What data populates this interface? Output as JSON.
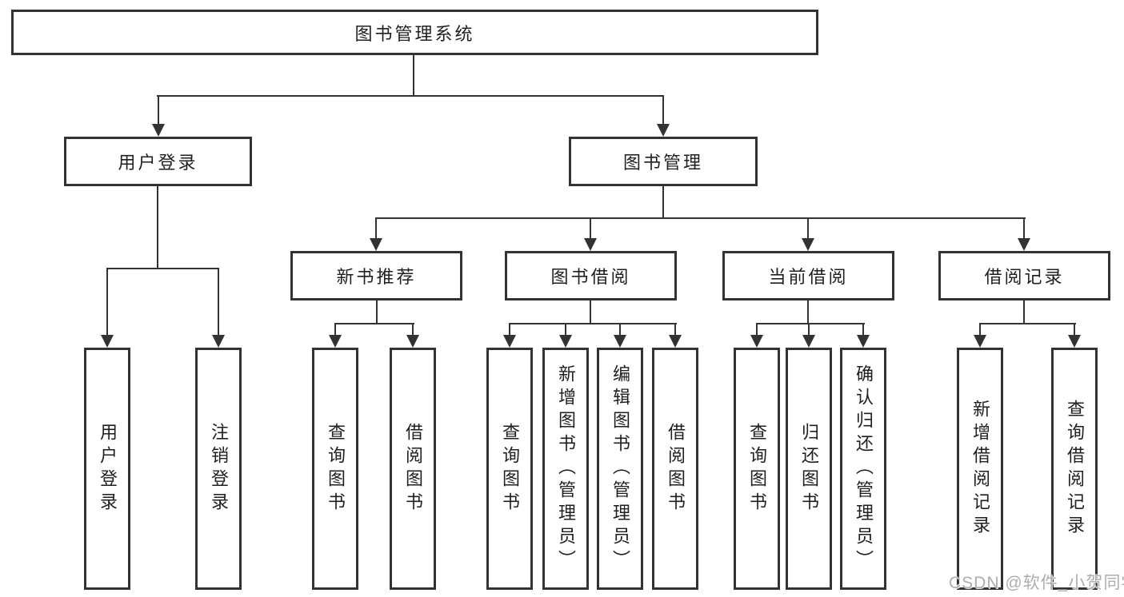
{
  "tree": {
    "label": "图书管理系统",
    "children": [
      {
        "label": "用户登录",
        "children": [
          {
            "label": "用户登录"
          },
          {
            "label": "注销登录"
          }
        ]
      },
      {
        "label": "图书管理",
        "children": [
          {
            "label": "新书推荐",
            "children": [
              {
                "label": "查询图书"
              },
              {
                "label": "借阅图书"
              }
            ]
          },
          {
            "label": "图书借阅",
            "children": [
              {
                "label": "查询图书"
              },
              {
                "label": "新增图书（管理员）"
              },
              {
                "label": "编辑图书（管理员）"
              },
              {
                "label": "借阅图书"
              }
            ]
          },
          {
            "label": "当前借阅",
            "children": [
              {
                "label": "查询图书"
              },
              {
                "label": "归还图书"
              },
              {
                "label": "确认归还（管理员）"
              }
            ]
          },
          {
            "label": "借阅记录",
            "children": [
              {
                "label": "新增借阅记录"
              },
              {
                "label": "查询借阅记录"
              }
            ]
          }
        ]
      }
    ]
  },
  "watermark": {
    "text": "CSDN @软件_小贺同学"
  },
  "colors": {
    "line": "#333333",
    "text": "#1f1f1f",
    "background": "#ffffff",
    "watermark": "#adadad"
  }
}
